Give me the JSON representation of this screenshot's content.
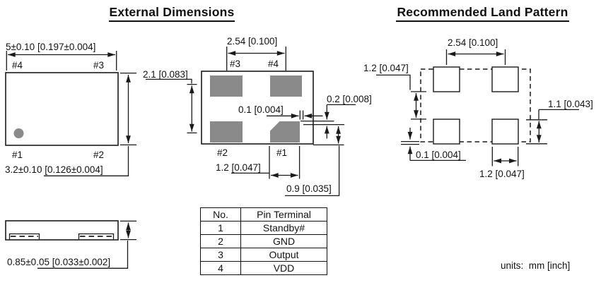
{
  "titles": {
    "external": "External Dimensions",
    "land_pattern": "Recommended Land Pattern"
  },
  "units_note": "units:  mm [inch]",
  "top_view": {
    "dim_width": "5±0.10 [0.197±0.004]",
    "dim_height": "3.2±0.10 [0.126±0.004]",
    "pins": {
      "tl": "#4",
      "tr": "#3",
      "bl": "#1",
      "br": "#2"
    }
  },
  "side_view": {
    "dim_height": "0.85±0.05 [0.033±0.002]"
  },
  "bottom_view": {
    "dim_pitch_x": "2.54 [0.100]",
    "dim_pitch_y": "2.1 [0.083]",
    "dim_gap": "0.1 [0.004]",
    "dim_step": "0.2 [0.008]",
    "dim_pad_width": "1.2 [0.047]",
    "dim_corner": "0.9 [0.035]",
    "pins": {
      "tl": "#3",
      "tr": "#4",
      "bl": "#2",
      "br": "#1"
    }
  },
  "land_pattern": {
    "dim_pitch_x": "2.54 [0.100]",
    "dim_row_gap": "1.2 [0.047]",
    "dim_overhang": "0.1 [0.004]",
    "dim_pad_height": "1.1 [0.043]",
    "dim_pad_width": "1.2 [0.047]"
  },
  "pin_table": {
    "headers": [
      "No.",
      "Pin Terminal"
    ],
    "rows": [
      {
        "no": "1",
        "terminal": "Standby#"
      },
      {
        "no": "2",
        "terminal": "GND"
      },
      {
        "no": "3",
        "terminal": "Output"
      },
      {
        "no": "4",
        "terminal": "VDD"
      }
    ]
  },
  "colors": {
    "line": "#1a1a1a",
    "pad_gray": "#8a8a8a",
    "background": "#ffffff"
  }
}
